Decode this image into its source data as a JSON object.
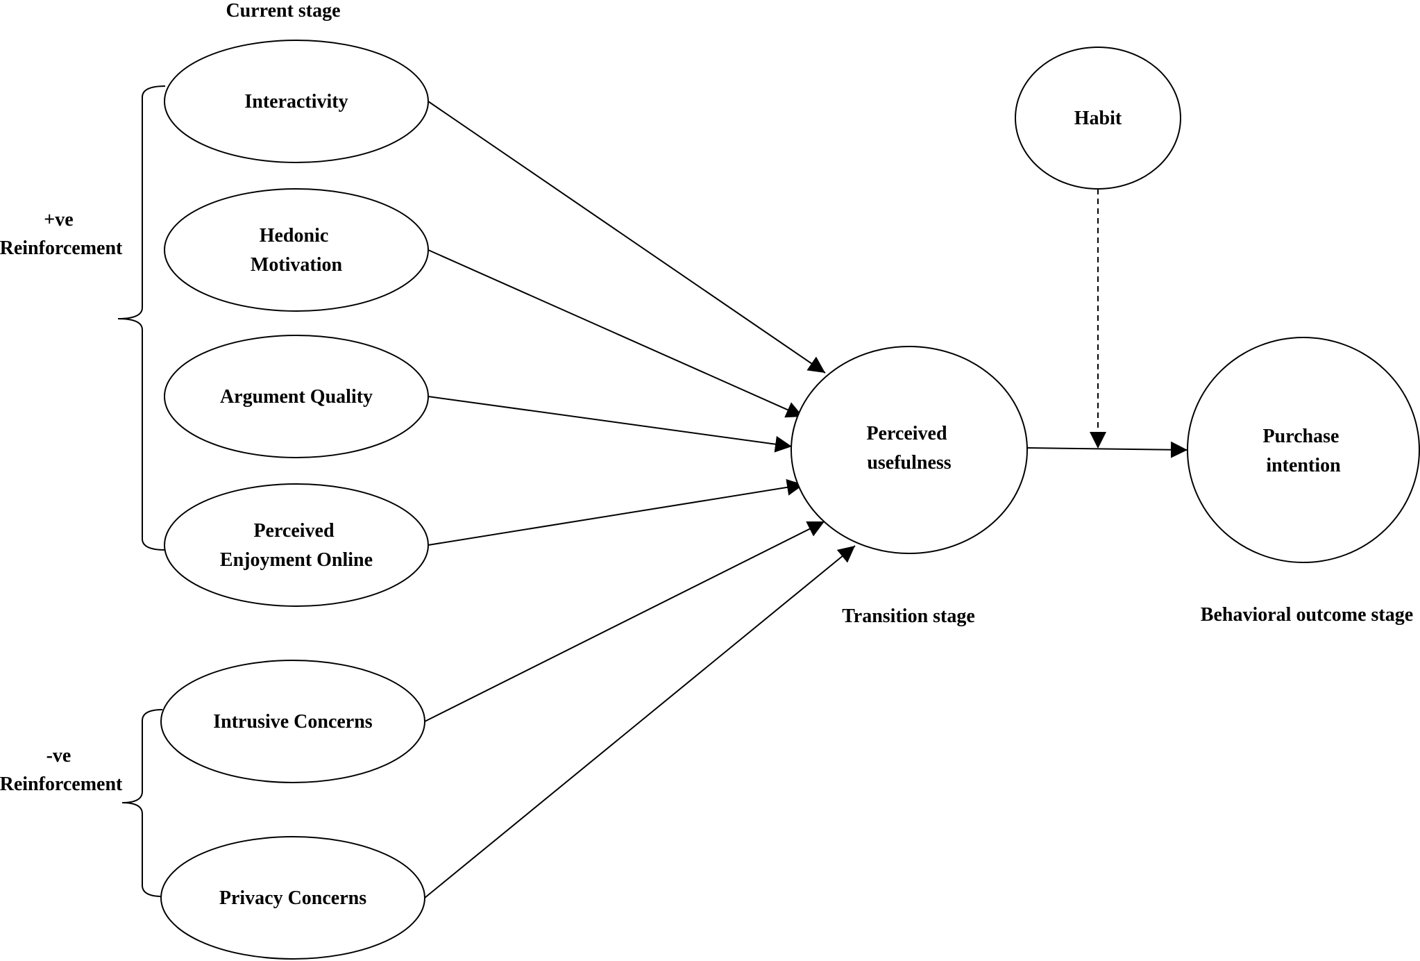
{
  "stages": {
    "current": "Current  stage",
    "transition": "Transition  stage",
    "outcome": "Behavioral outcome stage"
  },
  "groups": {
    "positive": [
      "+ve",
      "Reinforcement"
    ],
    "negative": [
      "-ve",
      "Reinforcement"
    ]
  },
  "nodes": {
    "interactivity": [
      "Interactivity"
    ],
    "hedonic": [
      "Hedonic",
      "Motivation"
    ],
    "argument": [
      "Argument  Quality"
    ],
    "enjoyment": [
      "Perceived",
      "Enjoyment  Online"
    ],
    "intrusive": [
      "Intrusive  Concerns"
    ],
    "privacy": [
      "Privacy  Concerns"
    ],
    "habit": [
      "Habit"
    ],
    "usefulness": [
      "Perceived",
      "usefulness"
    ],
    "purchase": [
      "Purchase",
      "intention"
    ]
  },
  "edges": [
    {
      "from": "interactivity",
      "to": "usefulness",
      "style": "solid"
    },
    {
      "from": "hedonic",
      "to": "usefulness",
      "style": "solid"
    },
    {
      "from": "argument",
      "to": "usefulness",
      "style": "solid"
    },
    {
      "from": "enjoyment",
      "to": "usefulness",
      "style": "solid"
    },
    {
      "from": "intrusive",
      "to": "usefulness",
      "style": "solid"
    },
    {
      "from": "privacy",
      "to": "usefulness",
      "style": "solid"
    },
    {
      "from": "usefulness",
      "to": "purchase",
      "style": "solid"
    },
    {
      "from": "habit",
      "to": "usefulness-purchase-edge",
      "style": "dashed"
    }
  ]
}
